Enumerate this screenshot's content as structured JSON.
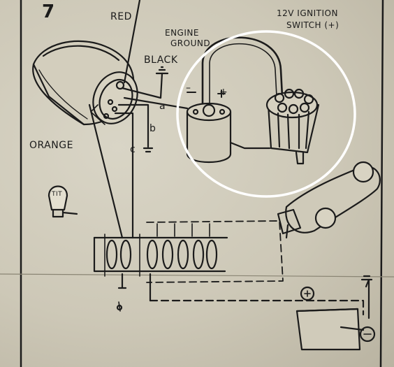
{
  "figure_number": "7",
  "labels": {
    "red": "RED",
    "engine_ground_line1": "ENGINE",
    "engine_ground_line2": "GROUND",
    "black": "BLACK",
    "ignition_line1": "12V IGNITION",
    "ignition_line2": "SWITCH (+)",
    "orange": "ORANGE",
    "terminal_a": "a",
    "terminal_b": "b",
    "terminal_c": "c",
    "minus_sign": "–",
    "plus_sign": "+",
    "lamp_marking": "TIT"
  },
  "colors": {
    "paper": "#cdc8b7",
    "ink": "#1b1b1b",
    "highlight_circle": "#ffffff"
  }
}
